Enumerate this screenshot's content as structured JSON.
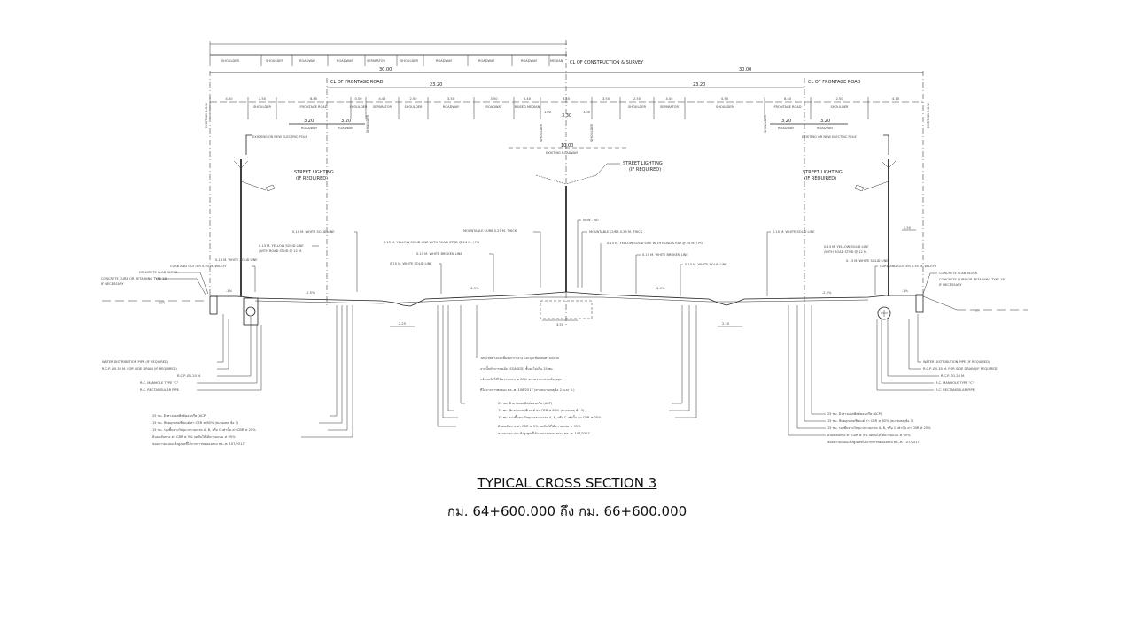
{
  "drawing": {
    "top_strip_labels": [
      "SHOULDER",
      "SHOULDER",
      "ROADWAY",
      "ROADWAY",
      "SEPARATOR",
      "SHOULDER",
      "ROADWAY",
      "ROADWAY",
      "ROADWAY",
      "MEDIAN"
    ],
    "overall_left": "30.00",
    "overall_right": "30.00",
    "cl_construction": "CL OF CONSTRUCTION & SURVEY",
    "cl_frontage_left": "CL OF FRONTAGE ROAD",
    "cl_frontage_right": "CL OF FRONTAGE ROAD",
    "frontage_offset_left": "23.20",
    "frontage_offset_right": "23.20",
    "row_left": "EXISTING R.O.W.",
    "row_right": "EXISTING R.O.W.",
    "dims": [
      {
        "value": "4.50",
        "label": ""
      },
      {
        "value": "2.50",
        "label": "SHOULDER"
      },
      {
        "value": "6.40",
        "label": "FRONTAGE ROAD"
      },
      {
        "value": "0.50",
        "label": "SHOULDER"
      },
      {
        "value": "4.45",
        "label": "SEPARATOR"
      },
      {
        "value": "2.50",
        "label": "SHOULDER"
      },
      {
        "value": "3.50",
        "label": "ROADWAY"
      },
      {
        "value": "3.50",
        "label": "ROADWAY"
      },
      {
        "value": "5.40",
        "label": "RAISED MEDIAN"
      },
      {
        "value": "3.50",
        "label": ""
      },
      {
        "value": "3.50",
        "label": ""
      },
      {
        "value": "2.50",
        "label": "SHOULDER"
      },
      {
        "value": "4.45",
        "label": "SEPARATOR"
      },
      {
        "value": "0.50",
        "label": "SHOULDER"
      },
      {
        "value": "6.40",
        "label": "FRONTAGE ROAD"
      },
      {
        "value": "2.50",
        "label": "SHOULDER"
      },
      {
        "value": "4.10",
        "label": ""
      }
    ],
    "sub_dims": {
      "roadway_value": "3.20",
      "roadway_label": "ROADWAY",
      "median_value": "3.30",
      "median_shoulder": "1.00",
      "shoulder_label": "SHOULDER"
    },
    "existing_roadway_value": "10.00",
    "existing_roadway_label": "EXISTING ROADWAY",
    "electric_pole": "EXISTING OR NEW ELECTRIC POLE",
    "street_lighting": "STREET LIGHTING",
    "if_required": "(IF REQUIRED)",
    "callouts_left": [
      "0.10 M. WHITE SOLID LINE",
      "0.13 M. YELLOW SOLID LINE",
      "/WITH ROAD STUD @ 12 M.",
      "0.13 M. WHITE SOLID LINE",
      "CURB AND GUTTER 0.50 M. WIDTH",
      "CONCRETE SLAB BLOCK",
      "CONCRETE CURB OR RETAINING TYPE 1B",
      "IF NECESSARY"
    ],
    "callouts_center": [
      "MOUNTABLE CURB 0.25 M. THICK",
      "0.15 M. YELLOW SOLID LINE WITH ROAD STUD @ 24 M. / PG",
      "0.15 M. WHITE BROKEN LINE",
      "0.15 M. WHITE SOLID LINE",
      "NEW - NO",
      "MOUNTABLE CURB 0.25 M. THICK",
      "0.15 M. YELLOW SOLID LINE WITH ROAD STUD @ 24 M. / PG",
      "0.15 M. WHITE BROKEN LINE",
      "0.15 M. WHITE SOLID LINE"
    ],
    "callouts_right": [
      "0.10 M. WHITE SOLID LINE",
      "0.13 M. YELLOW SOLID LINE",
      "/WITH ROAD STUD @ 12 M.",
      "0.13 M. WHITE SOLID LINE",
      "CURB AND GUTTER 0.50 M. WIDTH",
      "CONCRETE SLAB BLOCK",
      "CONCRETE CURB OR RETAINING TYPE 1B",
      "IF NECESSARY",
      "2.50"
    ],
    "slopes": {
      "curb": "-1%",
      "lane": "-2.5%"
    },
    "ditch_width": "2.25",
    "median_width": "3.50",
    "utilities": [
      "WATER DISTRIBUTION PIPE (IF REQUIRED)",
      "R.C.P. Ø0.30 M. FOR SIDE DRAIN (IF REQUIRED)",
      "R.C.P. Ø1.20 M.",
      "R.C. MANHOLE TYPE \"C\"",
      "R.C. RECTANGULAR PIPE"
    ],
    "pavement_notes": [
      "25 ซม. ผิวทางแอสฟัลต์คอนกรีต (ACP)",
      "15 ซม. หินคลุกผสมซีเมนต์ ค่า CBR ≥ 80% (หมายเหตุ ข้อ 3)",
      "15 ซม. รองพื้นทางวัสดุมวลรวมเกรด A, B, หรือ C เท่านั้น ค่า CBR ≥ 25%",
      "ดินถมคันทาง ค่า CBR ≥ 5% บดทับให้ได้ความแน่น ≥ 95%",
      "ของความแน่นแห้งสูงสุดที่ได้จากการทดลองตาม ทล.-ท. 107/2517"
    ],
    "median_note": [
      "วัสดุไหล่ทางและพื้นที่เกาะกลาง และจุดเชื่อมต่อทางเดินรถ",
      "จากนั้นทำการบดอัด (SOAKED) ชั้นละไม่เกิน 15 ซม.",
      "แล้วบดอัดให้ได้ความแน่น ≥ 95% ของความแน่นแห้งสูงสุด",
      "ที่ได้จากการทดลอง ทล.-ท. 108/2517 (ตามหมายเหตุข้อ 2. และ 5.)"
    ]
  },
  "title": "TYPICAL CROSS SECTION 3",
  "subtitle": "กม. 64+600.000 ถึง กม. 66+600.000"
}
